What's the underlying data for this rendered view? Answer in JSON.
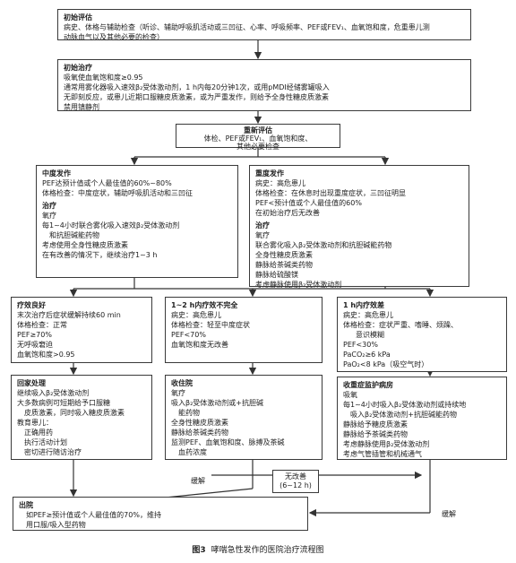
{
  "initial_eval": {
    "title": "初始评估",
    "lines": [
      "病史、体格与辅助检查（听诊、辅助呼吸肌活动或三凹征、心率、呼吸频率、PEF或FEV₁、血氧饱和度，危重患儿测",
      "动脉血气以及其他必要的检查）"
    ]
  },
  "initial_treatment": {
    "title": "初始治疗",
    "lines": [
      "吸氧使血氧饱和度≥0.95",
      "通常用雾化器吸入速效β₂受体激动剂，1 h内每20分钟1次，或用pMDI经储雾罐吸入",
      "无即刻反应，或患儿近期口服糖皮质激素，或为严重发作，则给予全身性糖皮质激素",
      "禁用镇静剂"
    ]
  },
  "reassess": {
    "title": "重新评估",
    "lines": [
      "体检、PEF或FEV₁、血氧饱和度、",
      "其他必要检查"
    ]
  },
  "moderate": {
    "title": "中度发作",
    "lines": [
      "PEF达预计值或个人最佳值的60%~80%",
      "体格检查：中度症状，辅助呼吸肌活动和三凹征"
    ],
    "treat_title": "治疗",
    "treat_lines": [
      "氧疗",
      "每1~4小时联合雾化吸入速效β₂受体激动剂",
      "和抗胆碱能药物",
      "考虑使用全身性糖皮质激素",
      "在有改善的情况下，继续治疗1~3 h"
    ]
  },
  "severe": {
    "title": "重度发作",
    "lines": [
      "病史：高危患儿",
      "体格检查：在休息时出现重度症状，三凹征明显",
      "PEF<预计值或个人最佳值的60%",
      "在初始治疗后无改善"
    ],
    "treat_title": "治疗",
    "treat_lines": [
      "氧疗",
      "联合雾化吸入β₂受体激动剂和抗胆碱能药物",
      "全身性糖皮质激素",
      "静脉给茶碱类药物",
      "静脉给硫酸镁",
      "考虑静脉使用β₂受体激动剂"
    ]
  },
  "good": {
    "title": "疗效良好",
    "lines": [
      "末次治疗后症状缓解持续60 min",
      "体格检查：正常",
      "PEF≥70%",
      "无呼吸窘迫",
      "血氧饱和度>0.95"
    ]
  },
  "incomplete": {
    "title": "1~2 h内疗效不完全",
    "lines": [
      "病史：高危患儿",
      "体格检查：轻至中度症状",
      "PEF<70%",
      "血氧饱和度无改善"
    ]
  },
  "poor": {
    "title": "1 h内疗效差",
    "lines": [
      "病史：高危患儿",
      "体格检查：症状严重、嗜睡、烦躁、",
      "意识模糊",
      "PEF<30%",
      "PaCO₂≥6 kPa",
      "PaO₂<8 kPa（吸空气时）"
    ]
  },
  "home": {
    "title": "回家处理",
    "lines": [
      "继续吸入β₂受体激动剂",
      "大多数病例可短期给予口服糖",
      "皮质激素，同时吸入糖皮质激素",
      "教育患儿：",
      "正确用药",
      "执行活动计划",
      "密切进行随访治疗"
    ]
  },
  "admit": {
    "title": "收住院",
    "lines": [
      "氧疗",
      "吸入β₂受体激动剂或+抗胆碱",
      "能药物",
      "全身性糖皮质激素",
      "静脉给茶碱类药物",
      "监测PEF、血氧饱和度、脉搏及茶碱",
      "血药浓度"
    ]
  },
  "icu": {
    "title": "收重症监护病房",
    "lines": [
      "吸氧",
      "每1~4小时吸入β₂受体激动剂或持续地",
      "吸入β₂受体激动剂+抗胆碱能药物",
      "静脉给予糖皮质激素",
      "静脉给予茶碱类药物",
      "考虑静脉使用β₂受体激动剂",
      "考虑气管插管和机械通气"
    ]
  },
  "discharge": {
    "title": "出院",
    "lines": [
      "如PEF≥预计值或个人最佳值的70%，维持",
      "用口服/吸入型药物"
    ]
  },
  "notes": {
    "improve_left": "缓解",
    "no_improve": "无改善",
    "no_improve_time": "(6~12 h)",
    "improve_right": "缓解"
  },
  "caption": {
    "num": "图3",
    "text": "哮喘急性发作的医院治疗流程图"
  }
}
